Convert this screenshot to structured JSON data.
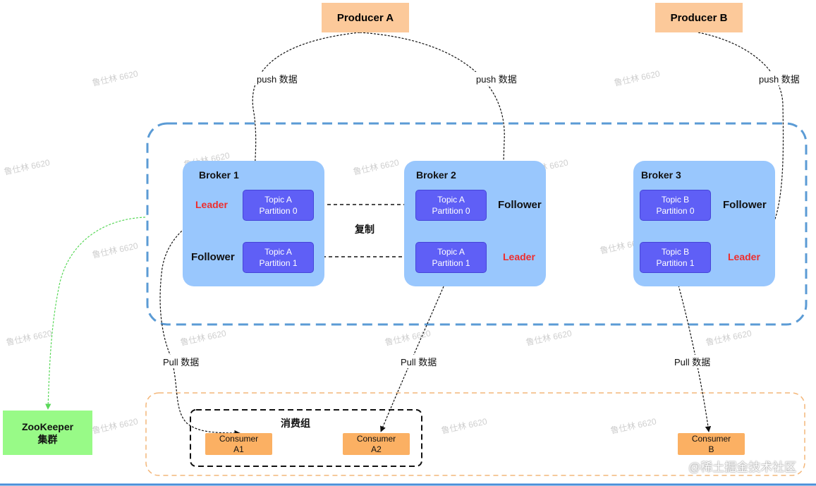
{
  "producers": {
    "a": "Producer A",
    "b": "Producer B"
  },
  "edge_labels": {
    "push_a": "push 数据",
    "push_b": "push 数据",
    "push_c": "push 数据",
    "replicate": "复制",
    "pull_1": "Pull 数据",
    "pull_2": "Pull 数据",
    "pull_3": "Pull 数据"
  },
  "brokers": {
    "b1": {
      "title": "Broker 1",
      "p0": {
        "line1": "Topic A",
        "line2": "Partition 0"
      },
      "p1": {
        "line1": "Topic A",
        "line2": "Partition 1"
      },
      "role_top": "Leader",
      "role_bottom": "Follower"
    },
    "b2": {
      "title": "Broker 2",
      "p0": {
        "line1": "Topic A",
        "line2": "Partition 0"
      },
      "p1": {
        "line1": "Topic A",
        "line2": "Partition 1"
      },
      "role_top": "Follower",
      "role_bottom": "Leader"
    },
    "b3": {
      "title": "Broker 3",
      "p0": {
        "line1": "Topic B",
        "line2": "Partition 0"
      },
      "p1": {
        "line1": "Topic B",
        "line2": "Partition 1"
      },
      "role_top": "Follower",
      "role_bottom": "Leader"
    }
  },
  "consumer_group": {
    "title": "消费组"
  },
  "consumers": {
    "a1": {
      "line1": "Consumer",
      "line2": "A1"
    },
    "a2": {
      "line1": "Consumer",
      "line2": "A2"
    },
    "b": {
      "line1": "Consumer",
      "line2": "B"
    }
  },
  "zookeeper": {
    "line1": "ZooKeeper",
    "line2": "集群"
  },
  "watermark": "鲁仕林 6620",
  "site_watermark": "@稀土掘金技术社区",
  "colors": {
    "producer": "#fcc99a",
    "broker": "#99c7fd",
    "partition": "#5f5ff6",
    "leader_text": "#ee2d2d",
    "consumer": "#fbb063",
    "zookeeper": "#98fa87",
    "cluster_border": "#5b9bd5",
    "consumer_area_border": "#f4b77a",
    "zk_edge": "#5ad85a"
  }
}
